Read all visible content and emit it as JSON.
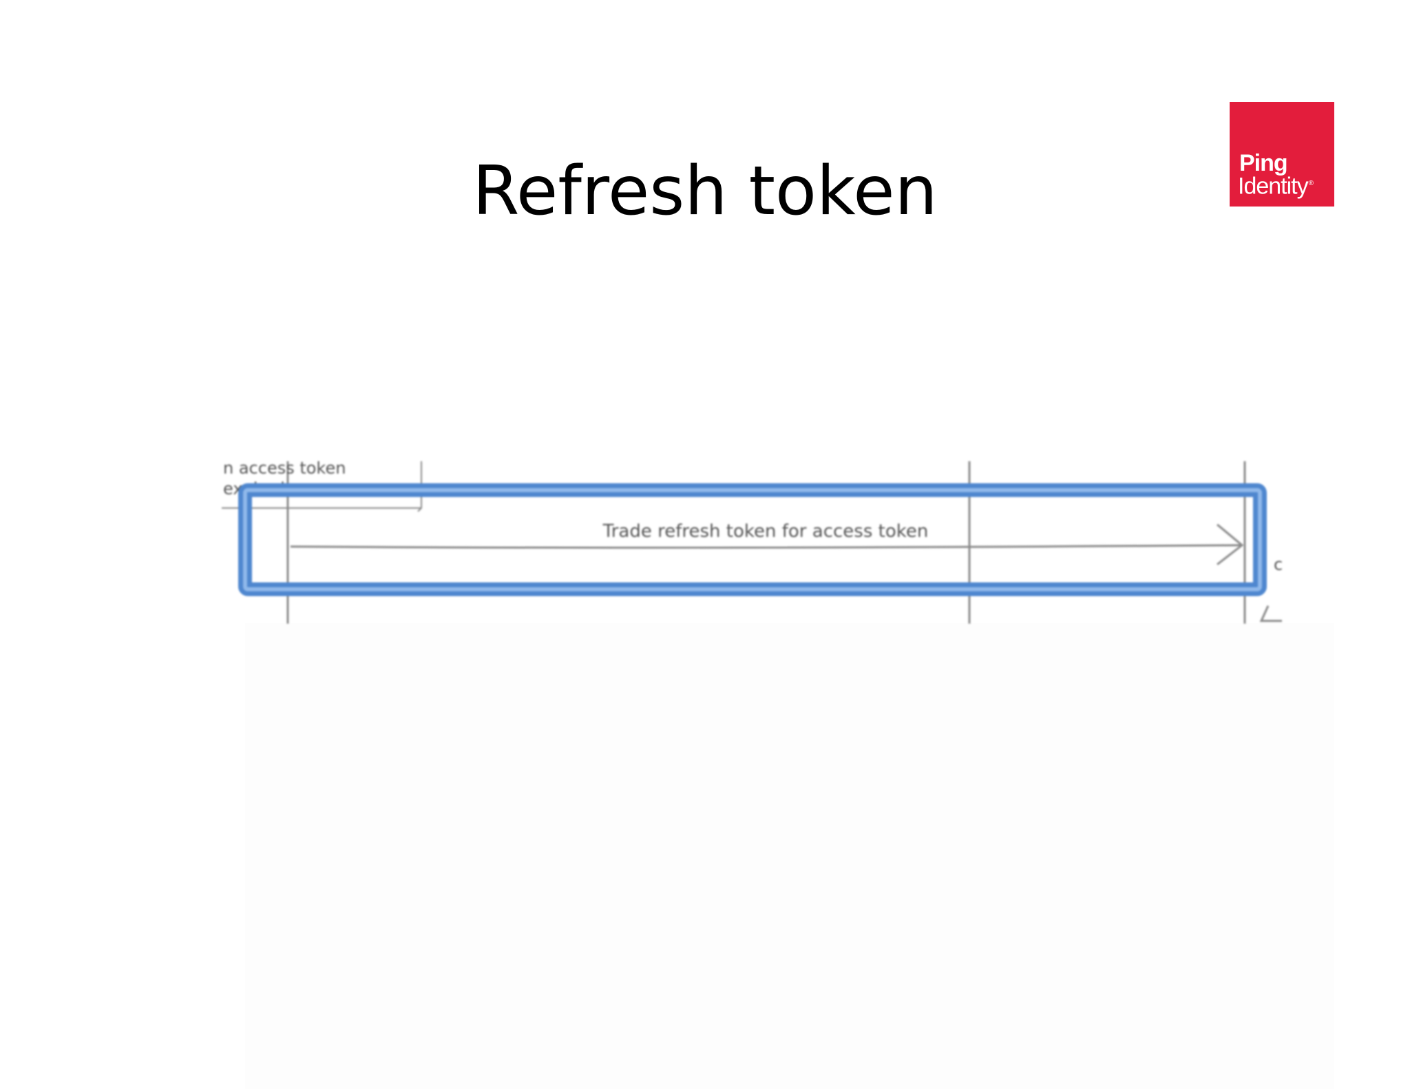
{
  "slide": {
    "title": "Refresh token"
  },
  "logo": {
    "line1": "Ping",
    "line2": "Identity",
    "registered": "®",
    "color": "#e31d3c"
  },
  "diagram": {
    "note_text_line1": "n access token",
    "note_text_line2": "expired",
    "message_label": "Trade refresh token for access token",
    "partial_label_right": "c",
    "highlight_color": "#5b93d6"
  }
}
